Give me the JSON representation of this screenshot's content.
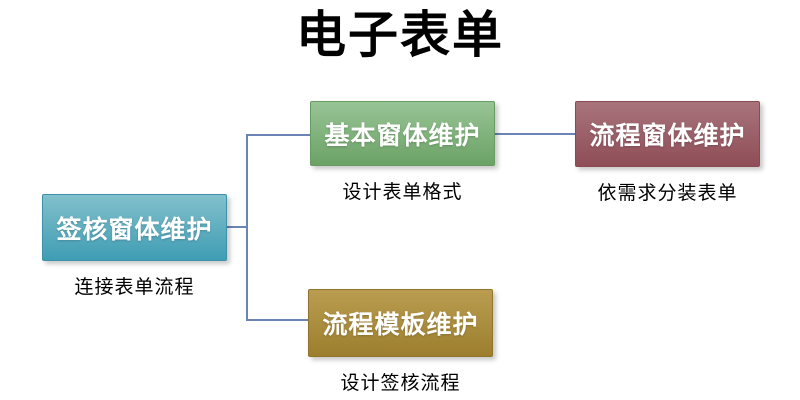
{
  "title": "电子表单",
  "connector": {
    "color": "#6b84b5"
  },
  "nodes": [
    {
      "id": "sign-window-maintenance",
      "label": "签核窗体维护",
      "caption": "连接表单流程",
      "colors": {
        "top": "#82c0cc",
        "bottom": "#3f9db4",
        "border": "#3d91a8"
      }
    },
    {
      "id": "basic-window-maintenance",
      "label": "基本窗体维护",
      "caption": "设计表单格式",
      "colors": {
        "top": "#98c495",
        "bottom": "#6ba266",
        "border": "#669c62"
      }
    },
    {
      "id": "process-window-maintenance",
      "label": "流程窗体维护",
      "caption": "依需求分装表单",
      "colors": {
        "top": "#a8747c",
        "bottom": "#8f4d57",
        "border": "#8a4a52"
      }
    },
    {
      "id": "process-template-maintenance",
      "label": "流程模板维护",
      "caption": "设计签核流程",
      "colors": {
        "top": "#bb9d51",
        "bottom": "#9c7e2e",
        "border": "#8f7429"
      }
    }
  ],
  "edges": [
    {
      "from": "sign-window-maintenance",
      "to": "basic-window-maintenance"
    },
    {
      "from": "sign-window-maintenance",
      "to": "process-template-maintenance"
    },
    {
      "from": "basic-window-maintenance",
      "to": "process-window-maintenance"
    }
  ]
}
